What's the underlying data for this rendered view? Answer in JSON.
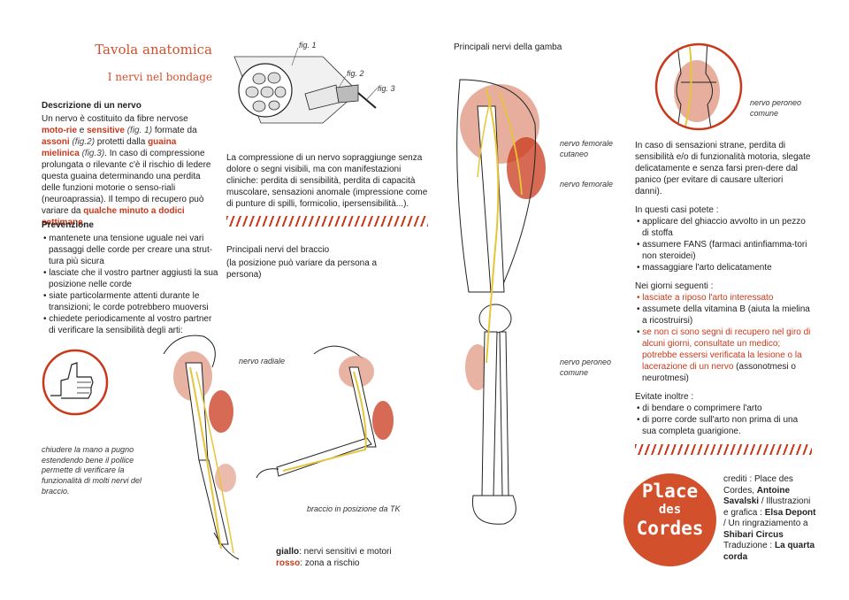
{
  "title": {
    "line1": "Tavola anatomica",
    "line2": "I nervi nel bondage"
  },
  "figure_labels": {
    "fig1": "fig. 1",
    "fig2": "fig. 2",
    "fig3": "fig. 3"
  },
  "description": {
    "heading": "Descrizione di un nervo",
    "t1": "Un nervo è costituito da fibre nervose ",
    "motorie": "moto-rie",
    "t2": " e ",
    "sensitive": "sensitive",
    "f1": " (fig. 1)",
    "t3": " formate da ",
    "assoni": "assoni",
    "f2": " (fig.2)",
    "t4": " protetti dalla ",
    "guaina": "guaina mielinica",
    "f3": " (fig.3)",
    "t5": ". In caso di compressione prolungata o rilevante c'è il rischio di ledere questa guaina determinando una perdita delle funzioni motorie o senso-riali (neuroaprassia). Il tempo di recupero può variare da ",
    "recupero": "qualche minuto a dodici settimane",
    "t6": "."
  },
  "compression_text": "La compressione di un nervo sopraggiunge senza dolore o segni visibili, ma con manifestazioni cliniche: perdita di sensibilità, perdita di capacità muscolare, sensazioni anomale (impressione come di punture di spilli, formicolio, ipersensibilità...).",
  "prevention": {
    "heading": "Prevenzione",
    "items": [
      "mantenete una tensione uguale nei vari passaggi delle corde per creare una strut-tura più sicura",
      "lasciate che il vostro partner aggiusti la sua posizione nelle corde",
      "siate particolarmente attenti durante le transizioni; le corde potrebbero muoversi",
      "chiedete periodicamente al vostro partner di verificare la sensibilità degli arti:"
    ]
  },
  "hand_caption": "chiudere la mano a pugno estendendo bene il pollice permette di verificare la funzionalità di molti nervi del braccio.",
  "arm": {
    "heading": "Principali nervi del braccio",
    "subheading": "(la posizione può variare da persona a persona)",
    "label_radiale": "nervo radiale",
    "caption_tk": "braccio in posizione da TK"
  },
  "legend": {
    "giallo_label": "giallo",
    "giallo_text": ": nervi sensitivi e motori",
    "rosso_label": "rosso",
    "rosso_text": ": zona a rischio"
  },
  "leg": {
    "heading": "Principali nervi della gamba",
    "label_femorale_cutaneo": "nervo femorale cutaneo",
    "label_femorale": "nervo femorale",
    "label_peroneo": "nervo peroneo comune"
  },
  "knee_label": "nervo peroneo comune",
  "symptoms": {
    "intro": "In caso di sensazioni strane, perdita di sensibilità e/o di funzionalità motoria, slegate delicatamente e senza farsi pren-dere dal panico (per evitare di causare ulteriori danni).",
    "can_heading": "In questi casi potete :",
    "can_items": [
      "applicare del ghiaccio avvolto in un pezzo di stoffa",
      "assumere FANS (farmaci antinfiamma-tori non steroidei)",
      "massaggiare l'arto delicatamente"
    ],
    "next_heading": "Nei giorni seguenti :",
    "next_1": "lasciate a riposo l'arto interessato",
    "next_2": "assumete della vitamina B (aiuta la mielina a ricostruirsi)",
    "next_3_red": "se non ci sono segni di recupero nel giro di alcuni giorni, consultate un medico; potrebbe essersi verificata la lesione o la lacerazione di un nervo",
    "next_3_black": " (assonotmesi o neurotmesi)",
    "avoid_heading": "Evitate inoltre :",
    "avoid_items": [
      "di bendare o comprimere l'arto",
      "di porre corde sull'arto non prima di una sua completa guarigione."
    ]
  },
  "logo": {
    "line1": "Place",
    "line2": "des",
    "line3": "Cordes"
  },
  "credits": {
    "c1": "crediti : Place des Cordes, ",
    "c2": "Antoine Savalski",
    "c3": " / Illustrazioni e grafica : ",
    "c4": "Elsa Depont",
    "c5": " / Un ringraziamento a ",
    "c6": "Shibari Circus",
    "c7": " Traduzione : ",
    "c8": "La quarta corda"
  },
  "colors": {
    "accent": "#c9381b",
    "risk": "#e3a08c",
    "nerve": "#e6c53a"
  }
}
